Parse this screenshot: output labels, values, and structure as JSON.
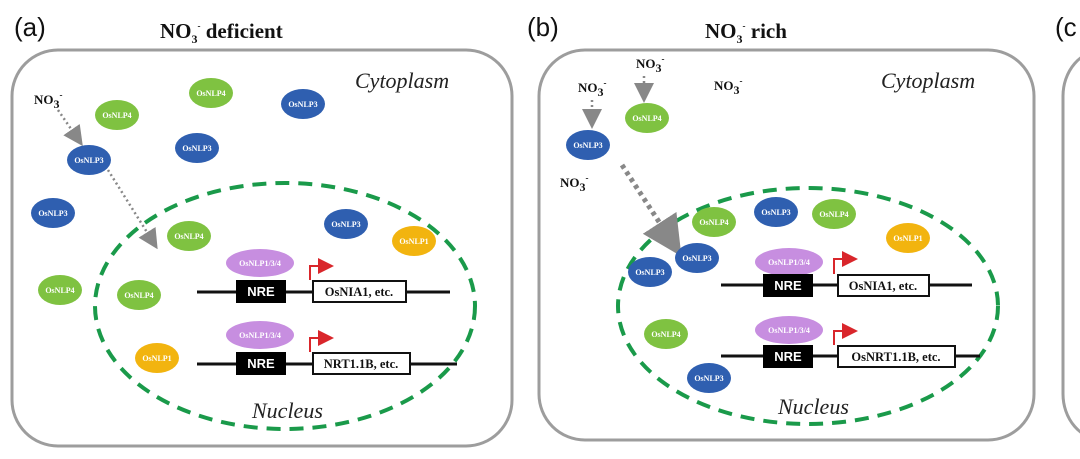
{
  "panels": [
    {
      "letter": "(a)",
      "title": {
        "main": "NO",
        "sub": "3",
        "sup": "-",
        "rest": " deficient"
      },
      "cytoplasm": "Cytoplasm",
      "nucleus": "Nucleus",
      "no3": {
        "main": "NO",
        "sub": "3",
        "sup": "-"
      },
      "proteins": {
        "nlp4": "OsNLP4",
        "nlp3": "OsNLP3",
        "nlp1": "OsNLP1",
        "complex": "OsNLP1/3/4"
      },
      "nre": "NRE",
      "genes": [
        "OsNIA1, etc.",
        "NRT1.1B, etc."
      ]
    },
    {
      "letter": "(b)",
      "title": {
        "main": "NO",
        "sub": "3",
        "sup": "-",
        "rest": " rich"
      },
      "cytoplasm": "Cytoplasm",
      "nucleus": "Nucleus",
      "no3": {
        "main": "NO",
        "sub": "3",
        "sup": "-"
      },
      "proteins": {
        "nlp4": "OsNLP4",
        "nlp3": "OsNLP3",
        "nlp1": "OsNLP1",
        "complex": "OsNLP1/3/4"
      },
      "nre": "NRE",
      "genes": [
        "OsNIA1, etc.",
        "OsNRT1.1B, etc."
      ]
    },
    {
      "letter": "(c"
    }
  ],
  "colors": {
    "nlp4": "#7fc241",
    "nlp3": "#2f5fb0",
    "nlp1": "#f2b40f",
    "complex": "#c78ee0",
    "nucleus_border": "#1a9a4a",
    "arrow": "#d9262b"
  }
}
